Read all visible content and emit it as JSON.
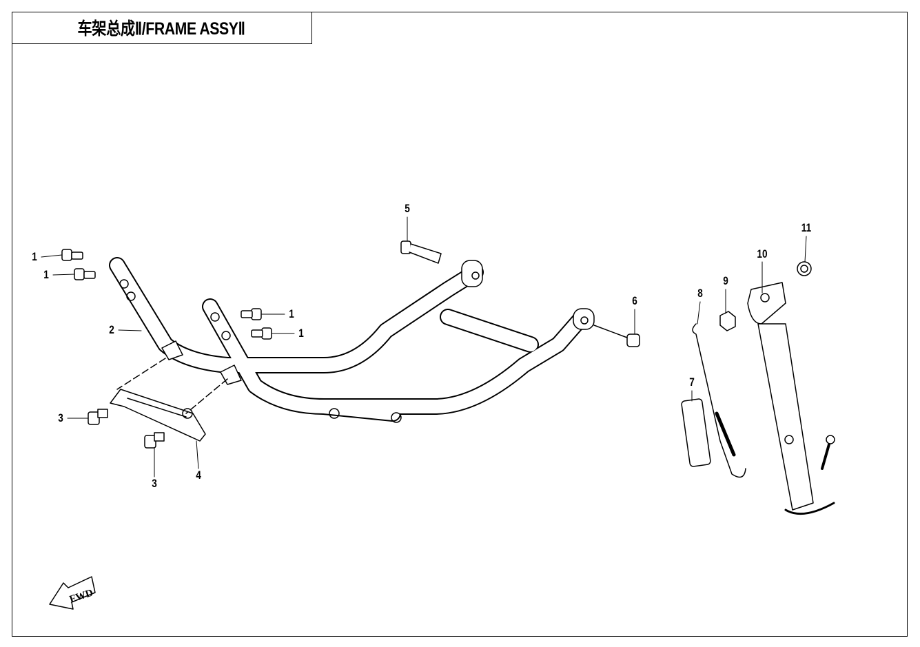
{
  "title": "车架总成Ⅱ/FRAME ASSYⅡ",
  "fwd_label": "FWD",
  "callouts": [
    {
      "id": "c1a",
      "label": "1"
    },
    {
      "id": "c1b",
      "label": "1"
    },
    {
      "id": "c1c",
      "label": "1"
    },
    {
      "id": "c1d",
      "label": "1"
    },
    {
      "id": "c2",
      "label": "2"
    },
    {
      "id": "c3a",
      "label": "3"
    },
    {
      "id": "c3b",
      "label": "3"
    },
    {
      "id": "c4",
      "label": "4"
    },
    {
      "id": "c5",
      "label": "5"
    },
    {
      "id": "c6",
      "label": "6"
    },
    {
      "id": "c7",
      "label": "7"
    },
    {
      "id": "c8",
      "label": "8"
    },
    {
      "id": "c9",
      "label": "9"
    },
    {
      "id": "c10",
      "label": "10"
    },
    {
      "id": "c11",
      "label": "11"
    }
  ]
}
